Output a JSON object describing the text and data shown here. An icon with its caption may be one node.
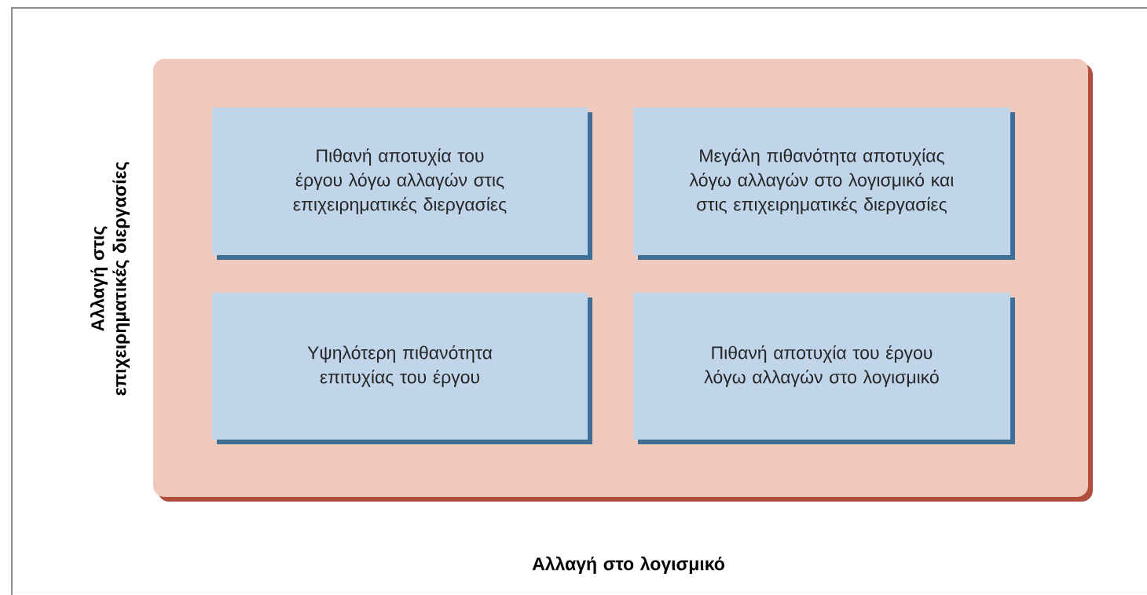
{
  "diagram": {
    "nodes": [
      {
        "text": [],
        "shape": "box"
      },
      {
        "text": [
          "Πιθανή αποτυχία του έργου λόγω αλλαγών στις επιχειρηματικές διεργασίες"
        ],
        "in": 0
      },
      {
        "text": [
          "Μεγάλη πιθανότητα αποτυχίας λόγω αλλαγών στο λογισμικό και στις επιχειρηματικές διεργασίες"
        ],
        "in": 0
      },
      {
        "text": [
          "Υψηλότερη πιθανότητα επιτυχίας του έργου"
        ],
        "in": 0
      },
      {
        "text": [
          "Πιθανή αποτυχία του έργου λόγω αλλαγών στο λογισμικό"
        ],
        "in": 0
      }
    ],
    "edges": [],
    "labels": [
      "Αλλαγή στις επιχειρηματικές διεργασίες",
      "Αλλαγή στο λογισμικό"
    ]
  }
}
